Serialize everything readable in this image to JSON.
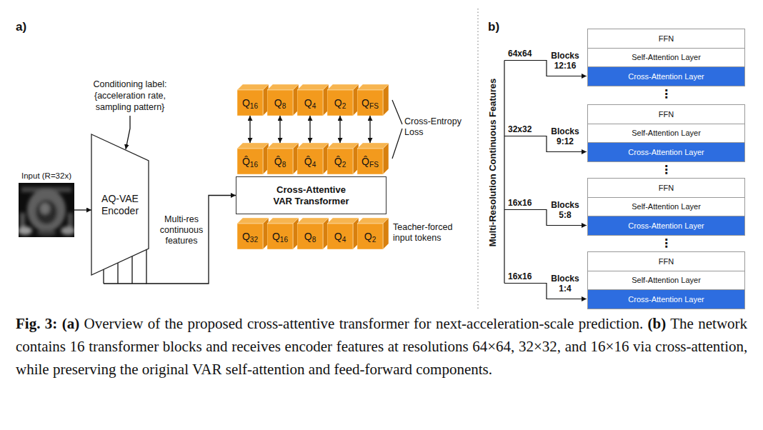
{
  "diagram": {
    "caption": "Fig. 3: (a) Overview of the proposed cross-attentive transformer for next-acceleration-scale prediction. (b) The network contains 16 transformer blocks and receives encoder features at resolutions 64×64, 32×32, and 16×16 via cross-attention, while preserving the original VAR self-attention and feed-forward components.",
    "nodes": [
      {
        "text": [
          "Input (R=32x)"
        ]
      },
      {
        "text": [
          "AQ-VAE Encoder"
        ]
      },
      {
        "text": [
          "Q16"
        ]
      },
      {
        "text": [
          "Q8"
        ]
      },
      {
        "text": [
          "Q4"
        ]
      },
      {
        "text": [
          "Q2"
        ]
      },
      {
        "text": [
          "QFS"
        ]
      },
      {
        "text": [
          "Q̂16"
        ]
      },
      {
        "text": [
          "Q̂8"
        ]
      },
      {
        "text": [
          "Q̂4"
        ]
      },
      {
        "text": [
          "Q̂2"
        ]
      },
      {
        "text": [
          "Q̂FS"
        ]
      },
      {
        "text": [
          "Cross-Attentive VAR Transformer"
        ]
      },
      {
        "text": [
          "Q32"
        ]
      },
      {
        "text": [
          "Q16"
        ]
      },
      {
        "text": [
          "Q8"
        ]
      },
      {
        "text": [
          "Q4"
        ]
      },
      {
        "text": [
          "Q2"
        ]
      },
      {
        "text": [
          "FFN"
        ]
      },
      {
        "text": [
          "Self-Attention Layer"
        ]
      },
      {
        "text": [
          "Cross-Attention Layer"
        ]
      },
      {
        "text": [
          "FFN"
        ]
      },
      {
        "text": [
          "Self-Attention Layer"
        ]
      },
      {
        "text": [
          "Cross-Attention Layer"
        ]
      },
      {
        "text": [
          "FFN"
        ]
      },
      {
        "text": [
          "Self-Attention Layer"
        ]
      },
      {
        "text": [
          "Cross-Attention Layer"
        ]
      },
      {
        "text": [
          "FFN"
        ]
      },
      {
        "text": [
          "Self-Attention Layer"
        ]
      },
      {
        "text": [
          "Cross-Attention Layer"
        ]
      }
    ],
    "edges": [
      {
        "from": 0,
        "to": 1,
        "arrow": "to"
      },
      {
        "from": 1,
        "to": 12,
        "arrow": "to",
        "label": "Multi-res continuous features"
      },
      {
        "from": 2,
        "to": 7,
        "arrow": "both"
      },
      {
        "from": 3,
        "to": 8,
        "arrow": "both"
      },
      {
        "from": 4,
        "to": 9,
        "arrow": "both"
      },
      {
        "from": 5,
        "to": 10,
        "arrow": "both"
      },
      {
        "from": 6,
        "to": 11,
        "arrow": "both"
      }
    ],
    "labels": [
      "a)",
      "Conditioning label: {acceleration rate, sampling pattern}",
      "Cross-Entropy Loss",
      "Teacher-forced input tokens",
      "b)",
      "Multi-Resolution Continuous Features",
      "64x64",
      "Blocks 12:16",
      "⋮",
      "32x32",
      "Blocks 9:12",
      "⋮",
      "16x16",
      "Blocks 5:8",
      "⋮",
      "16x16",
      "Blocks 1:4"
    ]
  }
}
